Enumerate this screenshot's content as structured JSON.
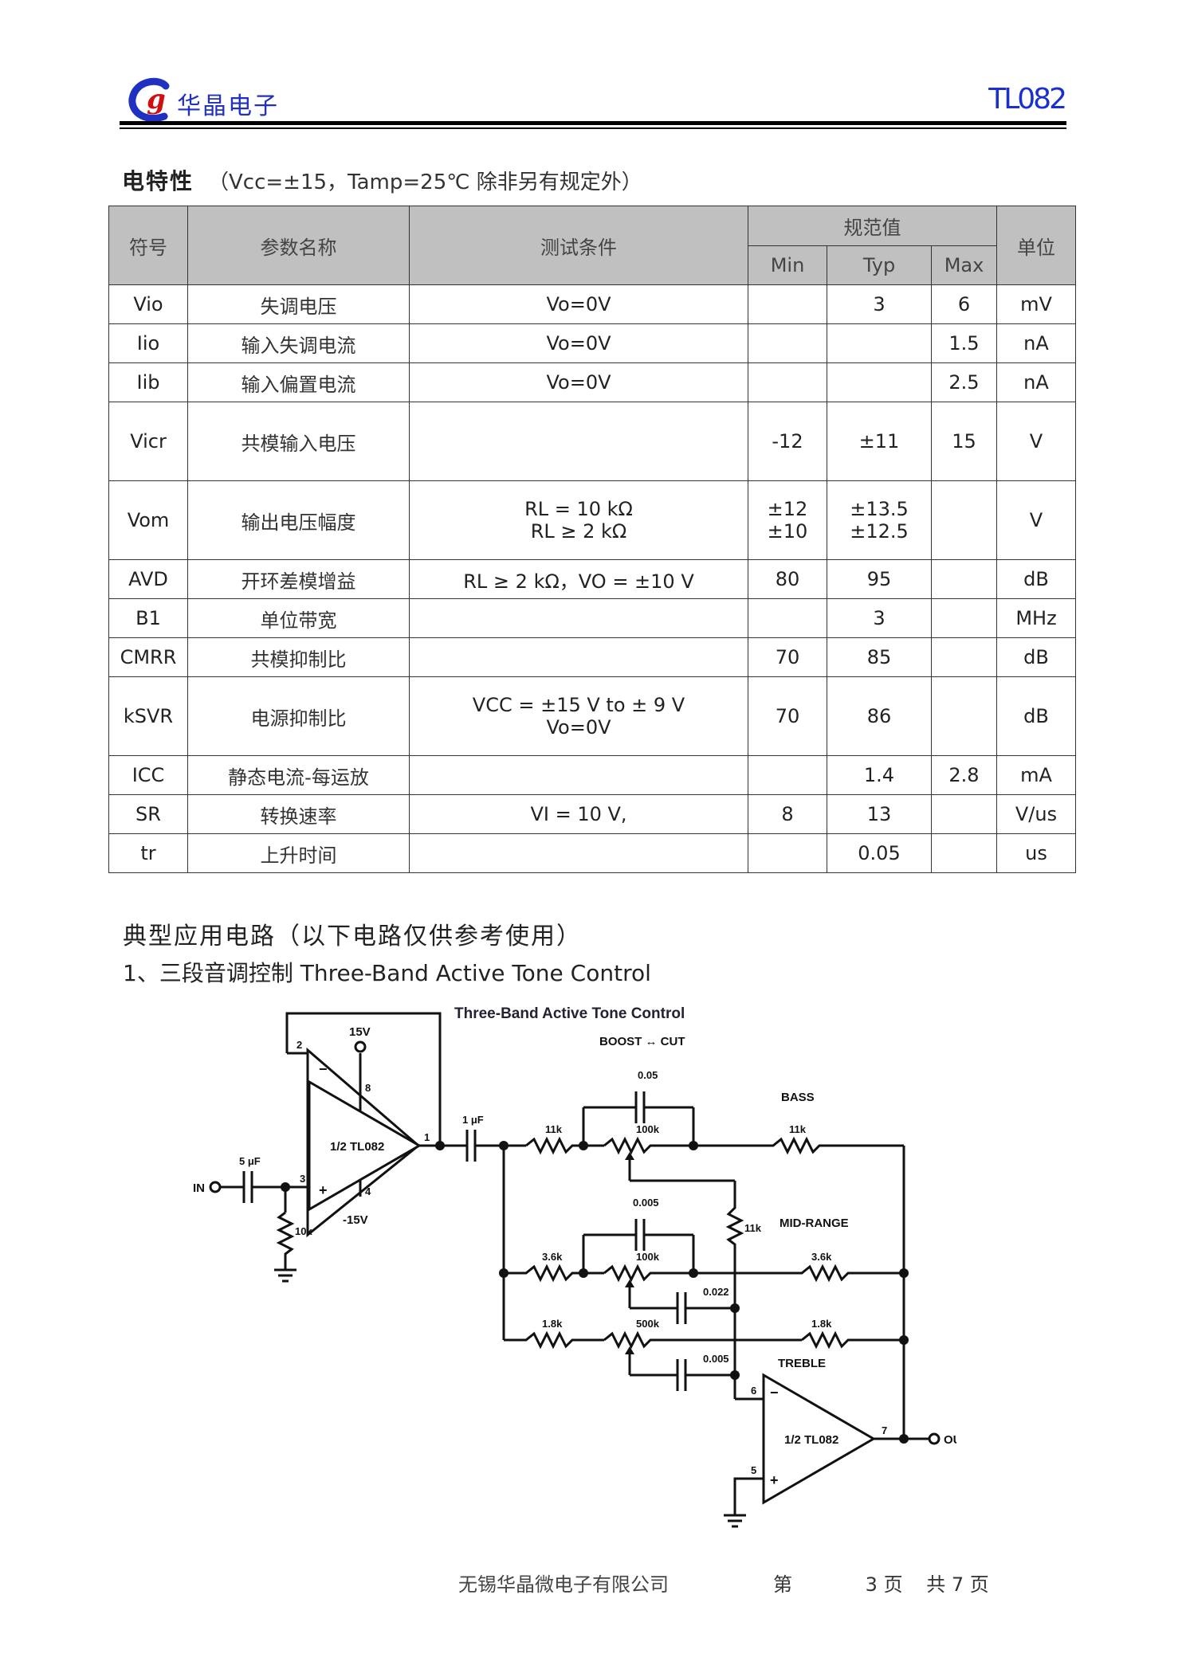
{
  "header": {
    "logo_glyph": "g",
    "company": "华晶电子",
    "doc_id": "TL082",
    "colors": {
      "brand_blue": "#1a2fd0",
      "logo_red": "#d01010"
    }
  },
  "section": {
    "title": "电特性",
    "conditions": "（Vcc=±15，Tamp=25℃ 除非另有规定外）"
  },
  "table": {
    "headers": {
      "symbol": "符号",
      "parameter": "参数名称",
      "conditions": "测试条件",
      "limits": "规范值",
      "min": "Min",
      "typ": "Typ",
      "max": "Max",
      "unit": "单位"
    },
    "rows": [
      {
        "sym": "Vio",
        "name": "失调电压",
        "cond": [
          "Vo=0V"
        ],
        "min": [
          ""
        ],
        "typ": [
          "3"
        ],
        "max": [
          "6"
        ],
        "unit": "mV"
      },
      {
        "sym": "Iio",
        "name": "输入失调电流",
        "cond": [
          "Vo=0V"
        ],
        "min": [
          ""
        ],
        "typ": [
          ""
        ],
        "max": [
          "1.5"
        ],
        "unit": "nA"
      },
      {
        "sym": "Iib",
        "name": "输入偏置电流",
        "cond": [
          "Vo=0V"
        ],
        "min": [
          ""
        ],
        "typ": [
          ""
        ],
        "max": [
          "2.5"
        ],
        "unit": "nA"
      },
      {
        "sym": "Vicr",
        "name": "共模输入电压",
        "cond": [
          ""
        ],
        "min": [
          "-12"
        ],
        "typ": [
          "±11"
        ],
        "max": [
          "15"
        ],
        "unit": "V"
      },
      {
        "sym": "Vom",
        "name": "输出电压幅度",
        "cond": [
          "RL = 10 kΩ",
          "RL ≥ 2 kΩ"
        ],
        "min": [
          "±12",
          "±10"
        ],
        "typ": [
          "±13.5",
          "±12.5"
        ],
        "max": [
          ""
        ],
        "unit": "V"
      },
      {
        "sym": "AVD",
        "name": "开环差模增益",
        "cond": [
          "RL ≥ 2 kΩ，VO = ±10 V"
        ],
        "min": [
          "80"
        ],
        "typ": [
          "95"
        ],
        "max": [
          ""
        ],
        "unit": "dB"
      },
      {
        "sym": "B1",
        "name": "单位带宽",
        "cond": [
          ""
        ],
        "min": [
          ""
        ],
        "typ": [
          "3"
        ],
        "max": [
          ""
        ],
        "unit": "MHz"
      },
      {
        "sym": "CMRR",
        "name": "共模抑制比",
        "cond": [
          ""
        ],
        "min": [
          "70"
        ],
        "typ": [
          "85"
        ],
        "max": [
          ""
        ],
        "unit": "dB"
      },
      {
        "sym": "kSVR",
        "name": "电源抑制比",
        "cond": [
          "VCC = ±15 V to ± 9 V",
          "Vo=0V"
        ],
        "min": [
          "70"
        ],
        "typ": [
          "86"
        ],
        "max": [
          ""
        ],
        "unit": "dB"
      },
      {
        "sym": "ICC",
        "name": "静态电流-每运放",
        "cond": [
          ""
        ],
        "min": [
          ""
        ],
        "typ": [
          "1.4"
        ],
        "max": [
          "2.8"
        ],
        "unit": "mA"
      },
      {
        "sym": "SR",
        "name": "转换速率",
        "cond": [
          "VI = 10 V,"
        ],
        "min": [
          "8"
        ],
        "typ": [
          "13"
        ],
        "max": [
          ""
        ],
        "unit": "V/us"
      },
      {
        "sym": "tr",
        "name": "上升时间",
        "cond": [
          ""
        ],
        "min": [
          ""
        ],
        "typ": [
          "0.05"
        ],
        "max": [
          ""
        ],
        "unit": "us"
      }
    ]
  },
  "application": {
    "title": "典型应用电路（以下电路仅供参考使用）",
    "subtitle": "1、三段音调控制 Three-Band Active Tone Control"
  },
  "circuit": {
    "title": "Three-Band Active Tone Control",
    "boost_cut": "BOOST ↔ CUT",
    "bass": "BASS",
    "mid_range": "MID-RANGE",
    "treble": "TREBLE",
    "opamp1": "1/2 TL082",
    "opamp2": "1/2 TL082",
    "v_pos": "15V",
    "v_neg": "-15V",
    "in": "IN",
    "out": "OUT",
    "c_in": "5 μF",
    "c_couple": "1 μF",
    "r_in": "10k",
    "r_11k_a": "11k",
    "r_11k_b": "11k",
    "r_11k_c": "11k",
    "r_3_6k_a": "3.6k",
    "r_3_6k_b": "3.6k",
    "r_1_8k_a": "1.8k",
    "r_1_8k_b": "1.8k",
    "pot_100k_a": "100k",
    "pot_100k_b": "100k",
    "pot_500k": "500k",
    "c_005": "0.05",
    "c_0005_a": "0.005",
    "c_0022": "0.022",
    "c_0005_b": "0.005",
    "pin_1": "1",
    "pin_2": "2",
    "pin_3": "3",
    "pin_4": "4",
    "pin_5": "5",
    "pin_6": "6",
    "pin_7": "7",
    "pin_8": "8"
  },
  "footer": {
    "company": "无锡华晶微电子有限公司",
    "page_label_pre": "第",
    "page_num": "3",
    "page_mid": "页",
    "total_pre": "共",
    "total": "7",
    "total_post": "页"
  }
}
